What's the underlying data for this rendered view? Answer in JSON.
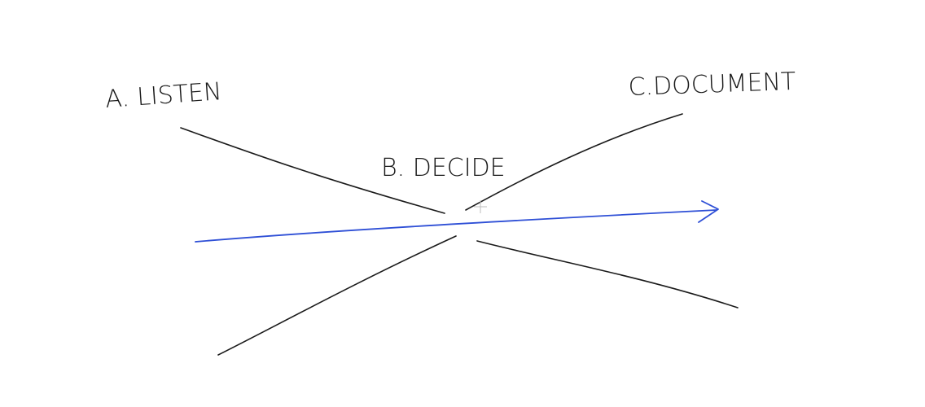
{
  "labels": {
    "listen": "A. LISTEN",
    "decide": "B. DECIDE",
    "document": "C.DOCUMENT"
  },
  "colors": {
    "ink": "#1a1a1a",
    "arrow": "#2e4fd6",
    "background": "#ffffff"
  }
}
